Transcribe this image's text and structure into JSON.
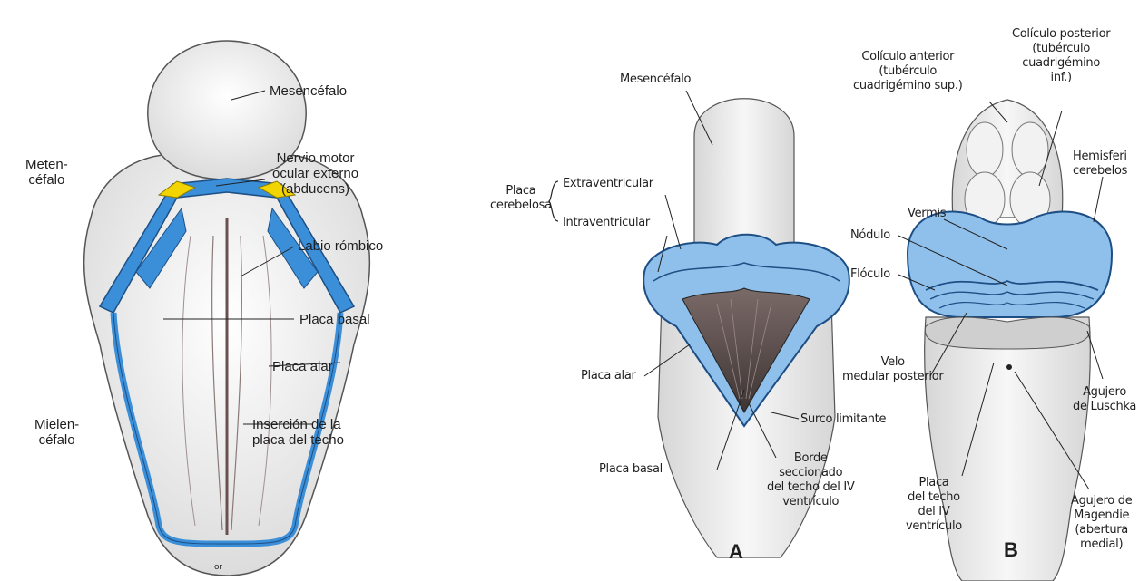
{
  "figure_left": {
    "labels": {
      "mesencefalo": "Mesencéfalo",
      "metencefalo": "Meten-\ncéfalo",
      "nervio": "Nervio motor\nocular externo\n(abducens)",
      "labio": "Labio rómbico",
      "placa_basal": "Placa basal",
      "placa_alar": "Placa alar",
      "mielencefalo": "Mielen-\ncéfalo",
      "insercion": "Inserción de la\nplaca del techo",
      "signature": "or"
    }
  },
  "figure_right": {
    "labels": {
      "mesencefalo": "Mesencéfalo",
      "placa_cerebelosa": "Placa\ncerebelosa",
      "extraventricular": "Extraventricular",
      "intraventricular": "Intraventricular",
      "placa_alar": "Placa alar",
      "placa_basal": "Placa basal",
      "surco": "Surco limitante",
      "borde": "Borde\nseccionado\ndel techo del IV\nventrículo",
      "letter_a": "A",
      "coliculo_anterior": "Colículo anterior\n(tubérculo\ncuadrigémino sup.)",
      "coliculo_posterior": "Colículo posterior\n(tubérculo\ncuadrigémino\ninf.)",
      "hemisferio": "Hemisferi\ncerebelos",
      "vermis": "Vermis",
      "nodulo": "Nódulo",
      "floculo": "Flóculo",
      "velo": "Velo\nmedular posterior",
      "agujero_luschka": "Agujero\nde Luschka",
      "placa_techo": "Placa\ndel techo\ndel IV\nventrículo",
      "agujero_magendie": "Agujero de\nMagendie\n(abertura\nmedial)",
      "letter_b": "B"
    }
  },
  "colors": {
    "blue": "#3b8fd8",
    "light_blue": "#8fc0ec",
    "yellow": "#f2d400",
    "dark": "#5a4a48"
  }
}
